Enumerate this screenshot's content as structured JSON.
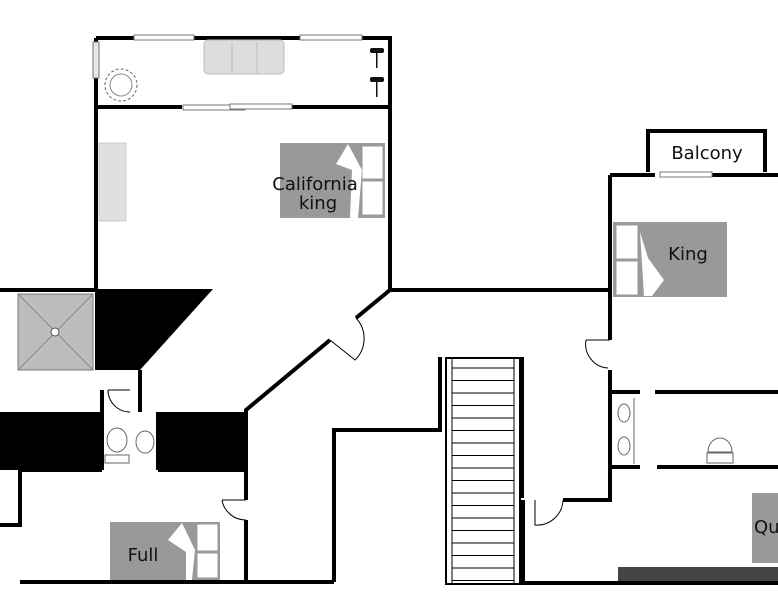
{
  "rooms": {
    "balcony": "Balcony",
    "california_king_line1": "California",
    "california_king_line2": "king",
    "king": "King",
    "full": "Full",
    "queen": "Queen"
  },
  "colors": {
    "wall": "#000000",
    "bed": "#999999",
    "furniture": "#d9d9d9",
    "rug": "#444444"
  }
}
